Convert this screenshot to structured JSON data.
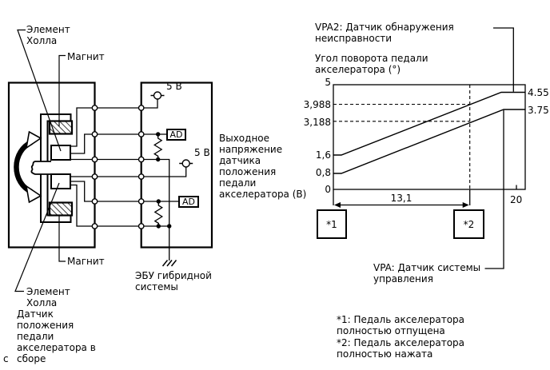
{
  "page": {
    "corner_letter": "c"
  },
  "sensor": {
    "hall_top": "Элемент Холла",
    "magnet_top": "Магнит",
    "magnet_bottom": "Магнит",
    "hall_bottom": "Элемент Холла",
    "assembly": "Датчик положения педали акселератора в сборе",
    "supply_1": "5 В",
    "supply_2": "5 В",
    "ad_1": "AD",
    "ad_2": "AD",
    "output_voltage": "Выходное напряжение датчика положения педали акселератора (В)",
    "ecu": "ЭБУ гибридной системы"
  },
  "graph": {
    "vpa2_label": "VPA2: Датчик обнаружения неисправности",
    "angle_label": "Угол поворота педали акселератора (°)",
    "vpa_label": "VPA: Датчик системы управления",
    "y_ticks": [
      "5",
      "3,988",
      "3,188",
      "1,6",
      "0,8",
      "0"
    ],
    "right_values": [
      "4.55",
      "3.75"
    ],
    "span_label": "13,1",
    "x_max_label": "20",
    "marker_1": "*1",
    "marker_2": "*2",
    "footnote_1": "*1: Педаль акселератора полностью отпущена",
    "footnote_2": "*2: Педаль акселератора полностью нажата"
  },
  "chart_data": {
    "type": "line",
    "title": "",
    "xlabel": "Угол поворота педали акселератора (°)",
    "ylabel": "Выходное напряжение датчика положения педали акселератора (В)",
    "xlim": [
      0,
      20
    ],
    "ylim": [
      0,
      5
    ],
    "grid": false,
    "series": [
      {
        "name": "VPA2: Датчик обнаружения неисправности",
        "x": [
          0,
          0.9,
          13.1,
          17.5,
          20
        ],
        "y": [
          1.6,
          1.6,
          3.988,
          4.55,
          4.55
        ]
      },
      {
        "name": "VPA: Датчик системы управления",
        "x": [
          0,
          0.9,
          13.1,
          17.8,
          20
        ],
        "y": [
          0.8,
          0.8,
          3.188,
          3.75,
          3.75
        ]
      }
    ],
    "dashed_guides": {
      "y_values": [
        3.988,
        3.188
      ],
      "x_value": 13.1
    },
    "dimension_span": {
      "from": 0,
      "to": 13.1,
      "label": "13,1"
    },
    "end_value_labels": [
      "4.55",
      "3.75"
    ],
    "markers": [
      "*1",
      "*2"
    ],
    "footnotes": [
      "*1: Педаль акселератора полностью отпущена",
      "*2: Педаль акселератора полностью нажата"
    ]
  }
}
